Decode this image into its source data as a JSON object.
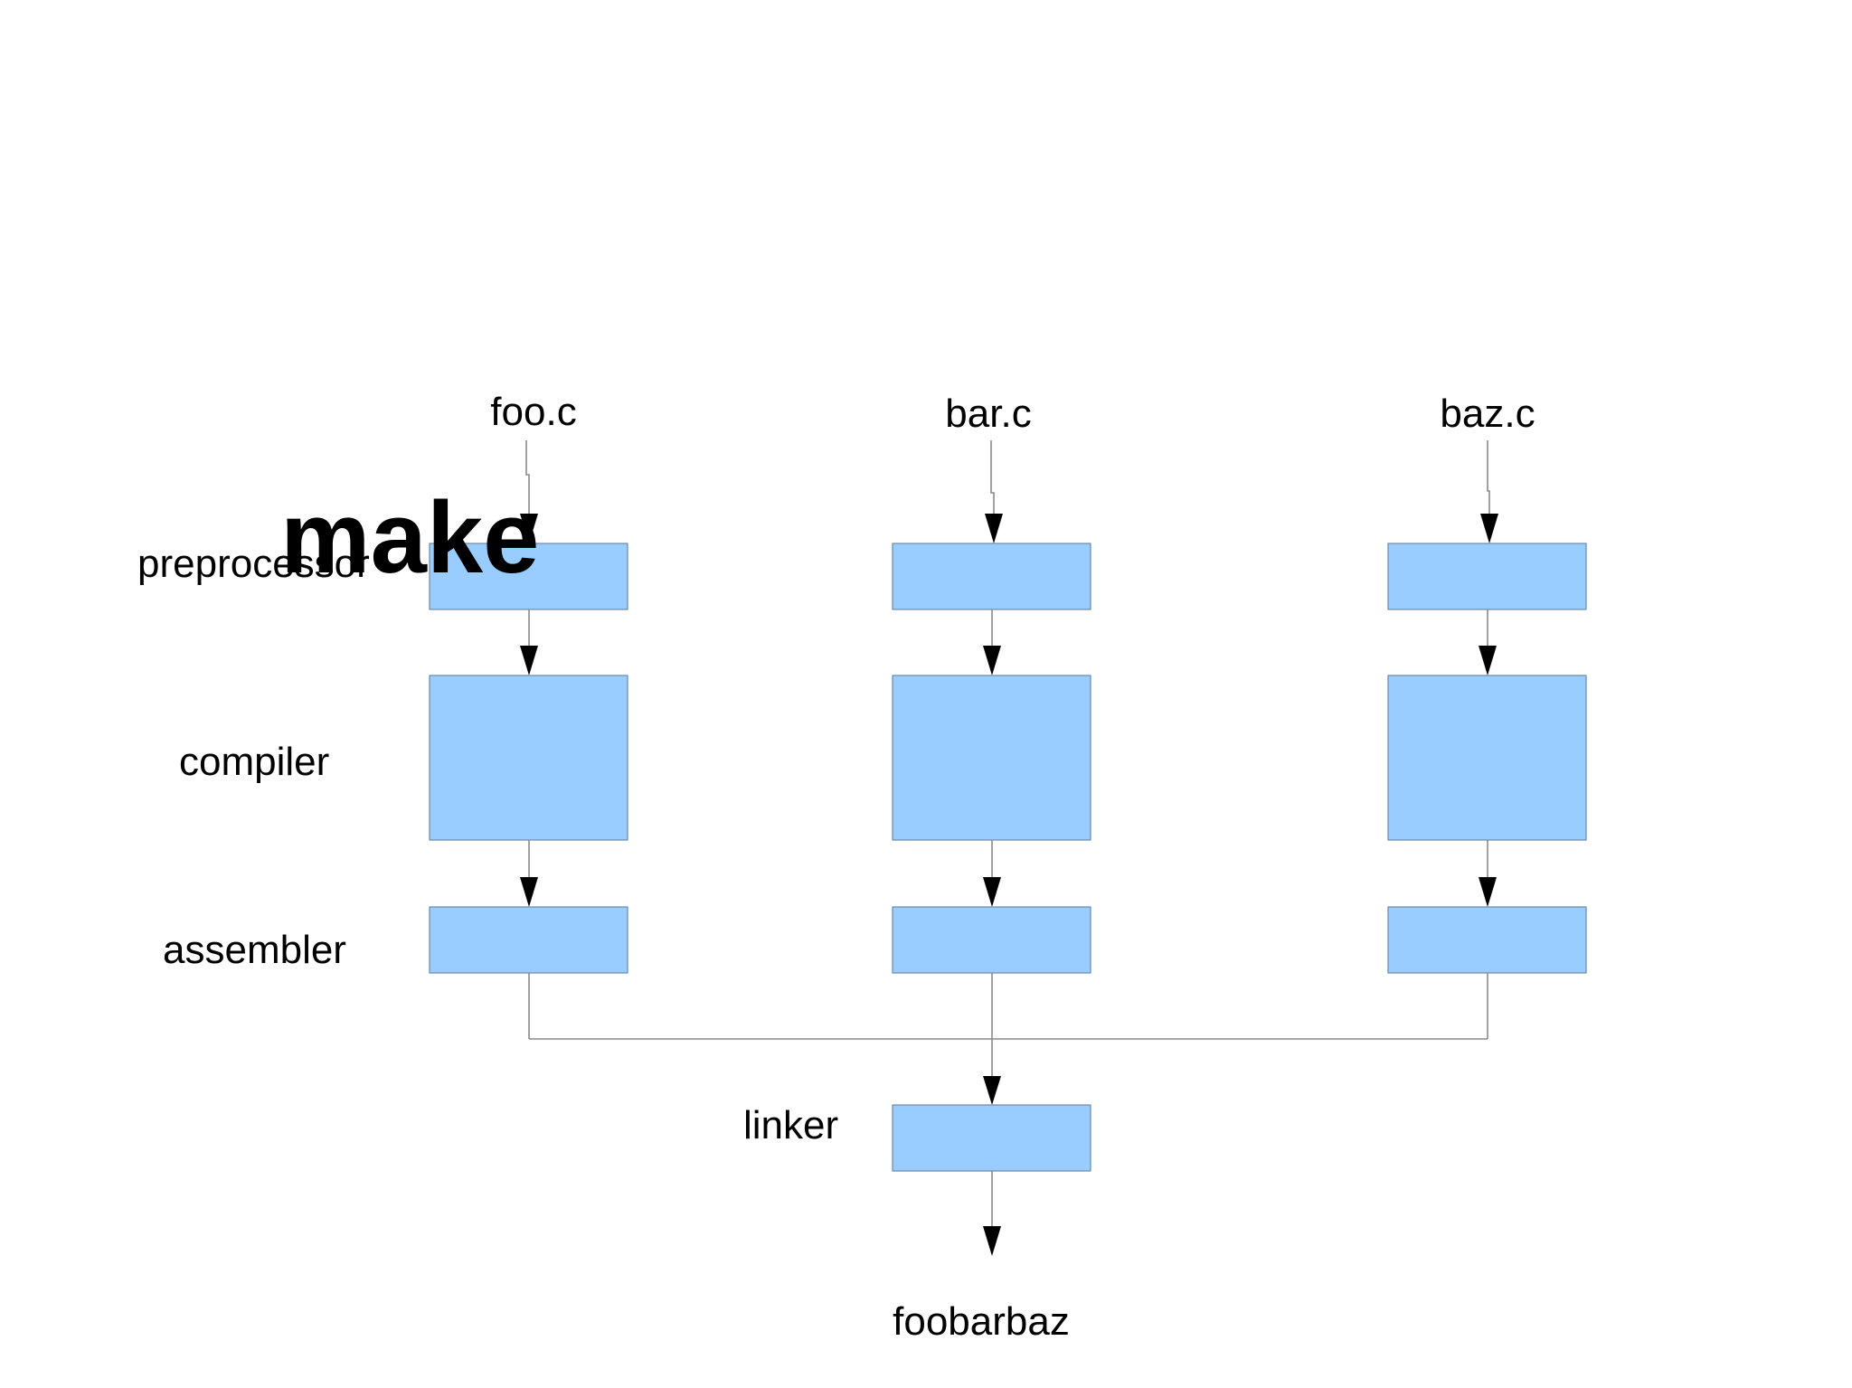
{
  "title": "make",
  "sources": {
    "foo": "foo.c",
    "bar": "bar.c",
    "baz": "baz.c"
  },
  "stages": {
    "preprocessor": "preprocessor",
    "compiler": "compiler",
    "assembler": "assembler",
    "linker": "linker"
  },
  "output": "foobarbaz",
  "colors": {
    "box_fill": "#99ccff",
    "box_stroke": "#6e8aa8",
    "connector": "#8a8a8a",
    "arrowhead": "#000000",
    "text": "#000000"
  }
}
